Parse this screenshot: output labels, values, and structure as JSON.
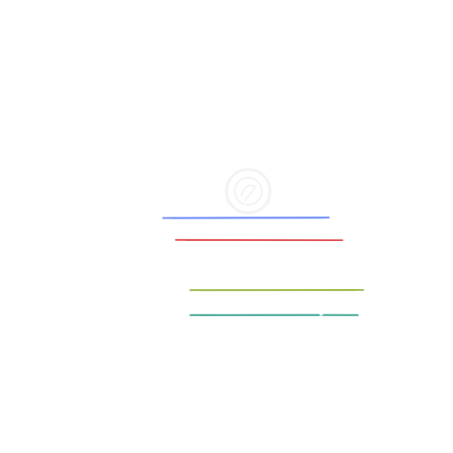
{
  "watermark": {
    "icon": "circular-seal-watermark-icon",
    "color": "#9aa6b2"
  },
  "lines": [
    {
      "name": "blue-line",
      "color": "#5b7cf5"
    },
    {
      "name": "red-line",
      "color": "#e0484c"
    },
    {
      "name": "olive-line",
      "color": "#93b538"
    },
    {
      "name": "teal-line",
      "color": "#2e9e8a"
    }
  ]
}
